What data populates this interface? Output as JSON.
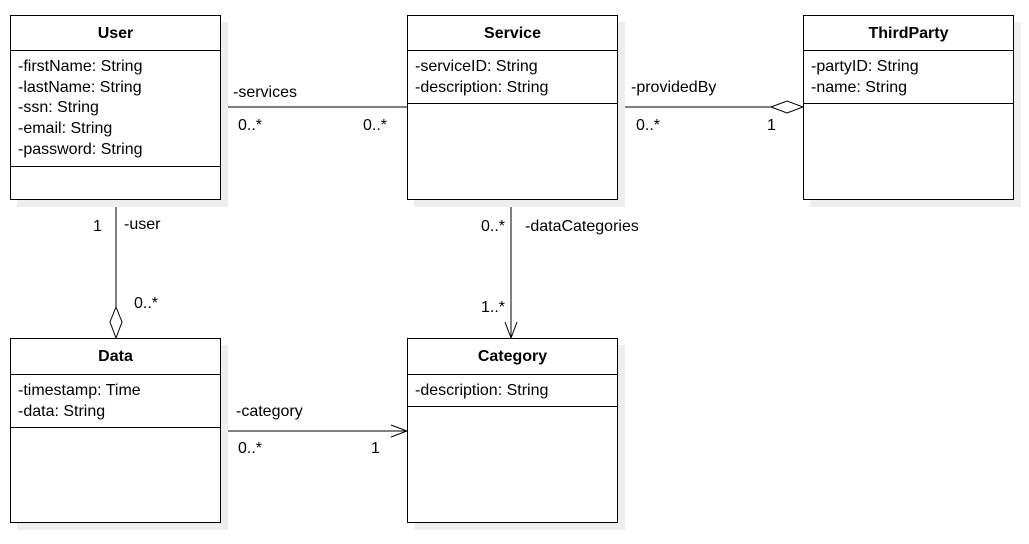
{
  "classes": {
    "user": {
      "name": "User",
      "attributes": [
        "-firstName: String",
        "-lastName: String",
        "-ssn: String",
        "-email: String",
        "-password: String"
      ]
    },
    "service": {
      "name": "Service",
      "attributes": [
        "-serviceID: String",
        "-description: String"
      ]
    },
    "thirdparty": {
      "name": "ThirdParty",
      "attributes": [
        "-partyID: String",
        "-name: String"
      ]
    },
    "data": {
      "name": "Data",
      "attributes": [
        "-timestamp: Time",
        "-data: String"
      ]
    },
    "category": {
      "name": "Category",
      "attributes": [
        "-description: String"
      ]
    }
  },
  "associations": {
    "user_service": {
      "role": "-services",
      "source_mult": "0..*",
      "target_mult": "0..*"
    },
    "service_thirdparty": {
      "role": "-providedBy",
      "source_mult": "0..*",
      "target_mult": "1"
    },
    "user_data": {
      "role": "-user",
      "source_mult": "1",
      "target_mult": "0..*"
    },
    "service_category": {
      "role": "-dataCategories",
      "source_mult": "0..*",
      "target_mult": "1..*"
    },
    "data_category": {
      "role": "-category",
      "source_mult": "0..*",
      "target_mult": "1"
    }
  }
}
